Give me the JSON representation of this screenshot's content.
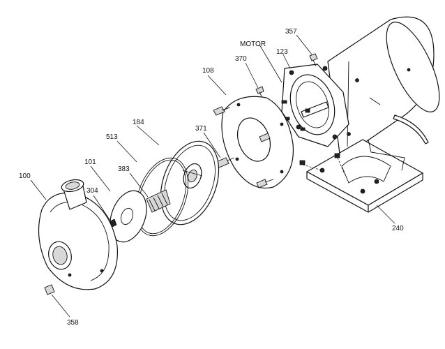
{
  "labels": {
    "l357": "357",
    "lmotor": "MOTOR",
    "l370": "370",
    "l123": "123",
    "l108": "108",
    "l184": "184",
    "l371": "371",
    "l513": "513",
    "l101": "101",
    "l383": "383",
    "l100": "100",
    "l304": "304",
    "l240": "240",
    "l358": "358"
  },
  "colors": {
    "line": "#111111",
    "background": "#ffffff"
  }
}
